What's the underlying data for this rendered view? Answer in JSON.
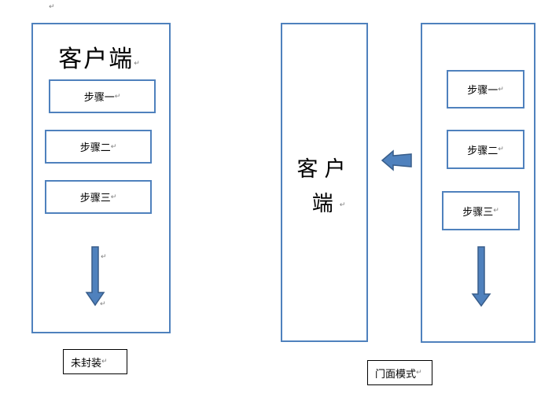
{
  "para_mark": "↵",
  "left_panel": {
    "title": "客户端",
    "steps": [
      "步骤一",
      "步骤二",
      "步骤三"
    ],
    "caption": "未封装"
  },
  "right_panel": {
    "client_line1": "客户",
    "client_line2": "端",
    "steps": [
      "步骤一",
      "步骤二",
      "步骤三"
    ],
    "caption": "门面模式"
  },
  "colors": {
    "outline": "#4f81bd",
    "arrow_fill": "#4f81bd",
    "arrow_stroke": "#385d8a"
  }
}
